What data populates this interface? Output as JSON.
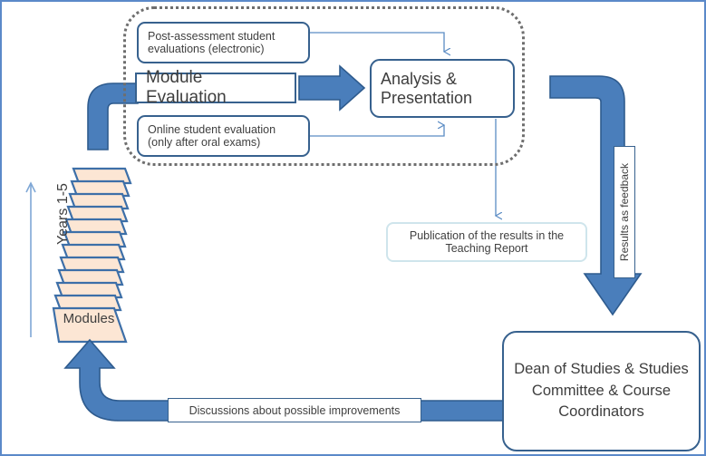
{
  "diagram": {
    "title": "Module evaluation feedback cycle",
    "colors": {
      "arrow_fill": "#4A7EBB",
      "arrow_stroke": "#2E5B8E",
      "box_stroke": "#37618E",
      "module_fill": "#FCE6D4",
      "module_stroke": "#3D6FA8",
      "thin_line": "#5B8CC4",
      "publication_stroke": "#CFE5EC",
      "frame": "#5B89C9",
      "dotted_region": "#6E6E6E",
      "text": "#404040"
    },
    "region": {
      "name": "module-evaluation-group",
      "style": "dotted-rounded-rectangle"
    },
    "boxes": {
      "post_assessment": "Post-assessment student\nevaluations (electronic)",
      "module_evaluation": "Module Evaluation",
      "online_evaluation": "Online student evaluation\n(only after oral exams)",
      "analysis": "Analysis\n& Presentation",
      "publication": "Publication of the results in the\nTeaching Report",
      "dean": "Dean of Studies\n&\nStudies Committee\n&\nCourse Coordinators",
      "discussions": "Discussions about possible improvements",
      "feedback": "Results as feedback"
    },
    "stack": {
      "label": "Modules",
      "axis_label": "Years 1-5",
      "layers": 12
    }
  }
}
